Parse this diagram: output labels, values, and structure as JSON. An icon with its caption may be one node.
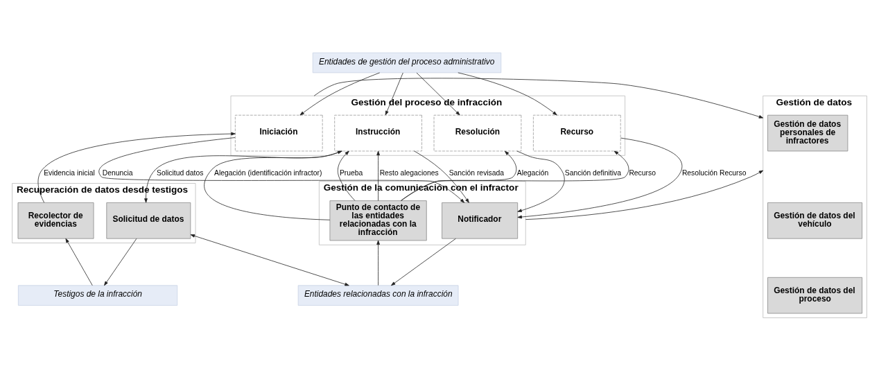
{
  "diagram": {
    "nodes": [
      {
        "text": [
          "Entidades de gestión del proceso administrativo"
        ]
      },
      {
        "text": [
          "Gestión del proceso de infracción"
        ]
      },
      {
        "text": [
          "Iniciación"
        ],
        "in": 1
      },
      {
        "text": [
          "Instrucción"
        ],
        "in": 1
      },
      {
        "text": [
          "Resolución"
        ],
        "in": 1
      },
      {
        "text": [
          "Recurso"
        ],
        "in": 1
      },
      {
        "text": [
          "Gestión de datos"
        ]
      },
      {
        "text": [
          "Gestión de datos personales de infractores"
        ],
        "in": 6
      },
      {
        "text": [
          "Gestión de datos del vehículo"
        ],
        "in": 6
      },
      {
        "text": [
          "Gestión de datos del proceso"
        ],
        "in": 6
      },
      {
        "text": [
          "Recuperación de datos desde testigos"
        ]
      },
      {
        "text": [
          "Recolector de evidencias"
        ],
        "in": 10
      },
      {
        "text": [
          "Solicitud de datos"
        ],
        "in": 10
      },
      {
        "text": [
          "Gestión de la comunicación con el infractor"
        ]
      },
      {
        "text": [
          "Notificador"
        ],
        "in": 13
      },
      {
        "text": [
          "Punto de contacto de las entidades relacionadas con la infracción"
        ],
        "in": 13
      },
      {
        "text": [
          "Testigos de la infracción"
        ]
      },
      {
        "text": [
          "Entidades relacionadas con la infracción"
        ]
      }
    ],
    "edges": [
      {
        "from": 0,
        "to": 2,
        "arrow": "to"
      },
      {
        "from": 0,
        "to": 3,
        "arrow": "to"
      },
      {
        "from": 0,
        "to": 4,
        "arrow": "to"
      },
      {
        "from": 0,
        "to": 5,
        "arrow": "to"
      },
      {
        "from": 1,
        "to": 6,
        "arrow": "to"
      },
      {
        "from": 11,
        "to": 2,
        "arrow": "to",
        "label": "Evidencia inicial"
      },
      {
        "from": 2,
        "to": 14,
        "arrow": "to",
        "label": "Denuncia"
      },
      {
        "from": 15,
        "to": 3,
        "arrow": "to",
        "label": "Alegación (identificación infractor)"
      },
      {
        "from": 3,
        "to": 12,
        "arrow": "to",
        "label": "Solicitud datos"
      },
      {
        "from": 15,
        "to": 3,
        "arrow": "to",
        "label": "Prueba"
      },
      {
        "from": 15,
        "to": 3,
        "arrow": "to",
        "label": "Resto alegaciones"
      },
      {
        "from": 3,
        "to": 14,
        "arrow": "to",
        "label": "Sanción revisada"
      },
      {
        "from": 15,
        "to": 4,
        "arrow": "to",
        "label": "Alegación"
      },
      {
        "from": 4,
        "to": 14,
        "arrow": "to",
        "label": "Sanción definitiva"
      },
      {
        "from": 15,
        "to": 5,
        "arrow": "to",
        "label": "Recurso"
      },
      {
        "from": 5,
        "to": 14,
        "arrow": "to",
        "label": "Resolución Recurso"
      },
      {
        "from": 13,
        "to": 6,
        "arrow": "to"
      },
      {
        "from": 16,
        "to": 11,
        "arrow": "to"
      },
      {
        "from": 12,
        "to": 16,
        "arrow": "to"
      },
      {
        "from": 12,
        "to": 17,
        "arrow": "both"
      },
      {
        "from": 14,
        "to": 17,
        "arrow": "to"
      },
      {
        "from": 17,
        "to": 15,
        "arrow": "to"
      }
    ]
  }
}
